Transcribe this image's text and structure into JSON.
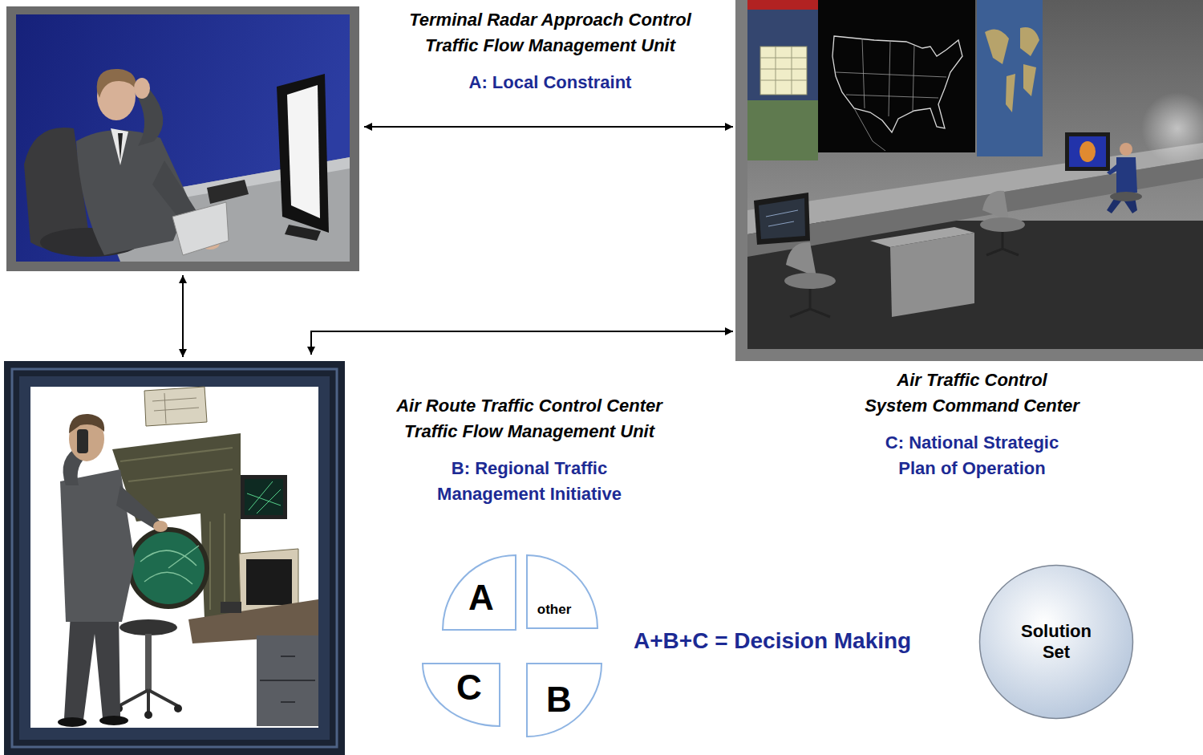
{
  "diagram": {
    "nodes": [
      {
        "text": [
          "Terminal Radar Approach Control Traffic Flow Management Unit",
          "A: Local Constraint"
        ]
      },
      {
        "text": [
          "Air Traffic Control System Command Center",
          "C: National Strategic Plan of Operation"
        ]
      },
      {
        "text": [
          "Air Route Traffic Control Center Traffic Flow Management Unit",
          "B: Regional Traffic Management Initiative"
        ]
      },
      {
        "text": [
          "A"
        ]
      },
      {
        "text": [
          "other"
        ]
      },
      {
        "text": [
          "C"
        ]
      },
      {
        "text": [
          "B"
        ]
      },
      {
        "text": [
          "Solution Set"
        ]
      }
    ],
    "edges": [
      {
        "from": 0,
        "to": 1,
        "arrow": "both"
      },
      {
        "from": 0,
        "to": 2,
        "arrow": "both"
      },
      {
        "from": 2,
        "to": 1,
        "arrow": "both"
      }
    ],
    "labels": [
      "A+B+C = Decision Making"
    ]
  }
}
